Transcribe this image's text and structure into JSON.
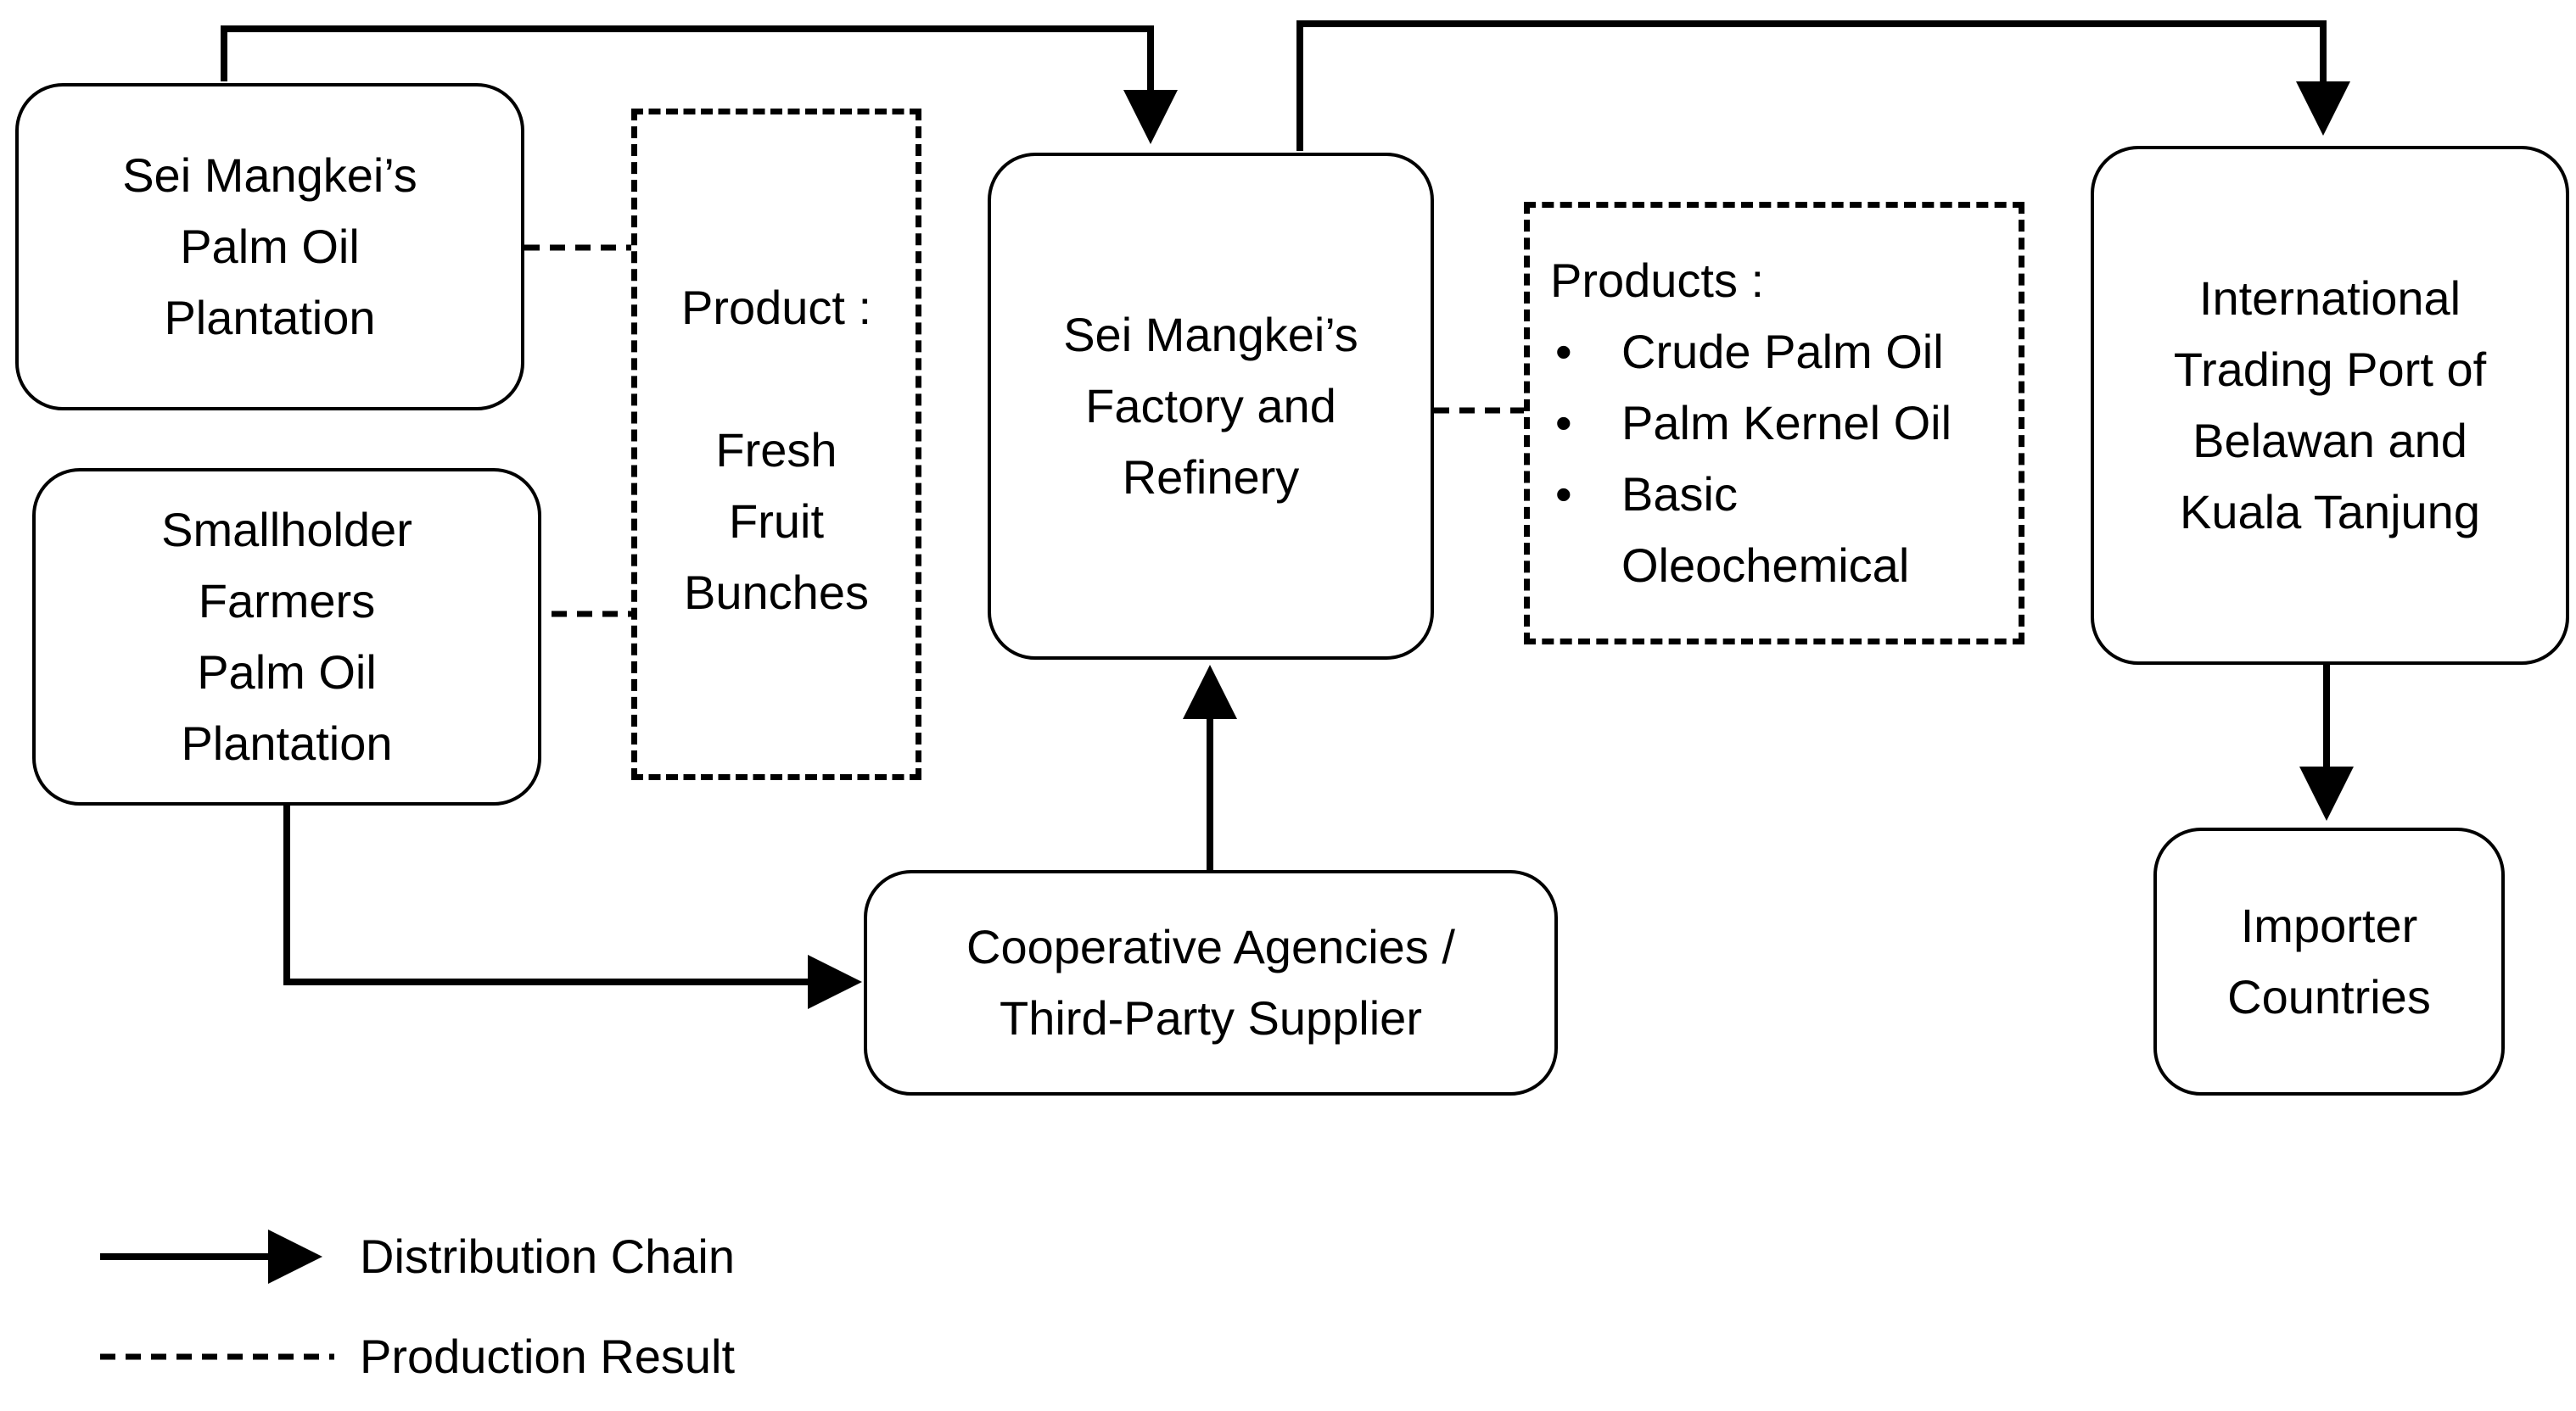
{
  "nodes": {
    "plantation": {
      "lines": [
        "Sei Mangkei’s",
        "Palm Oil",
        "Plantation"
      ]
    },
    "smallholder": {
      "lines": [
        "Smallholder",
        "Farmers",
        "Palm Oil",
        "Plantation"
      ]
    },
    "ffb": {
      "lines": [
        "Product :",
        "",
        "Fresh",
        "Fruit",
        "Bunches"
      ]
    },
    "factory": {
      "lines": [
        "Sei Mangkei’s",
        "Factory and",
        "Refinery"
      ]
    },
    "products": {
      "title": "Products :",
      "items": [
        "Crude Palm Oil",
        "Palm Kernel Oil",
        "Basic",
        "Oleochemical"
      ]
    },
    "port": {
      "lines": [
        "International",
        "Trading Port of",
        "Belawan and",
        "Kuala Tanjung"
      ]
    },
    "cooperative": {
      "lines": [
        "Cooperative Agencies /",
        "Third-Party Supplier"
      ]
    },
    "importer": {
      "lines": [
        "Importer",
        "Countries"
      ]
    }
  },
  "legend": {
    "solid": "Distribution Chain",
    "dashed": "Production Result"
  }
}
